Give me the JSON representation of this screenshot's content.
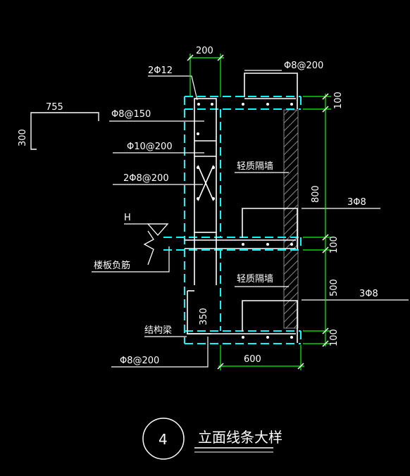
{
  "colors": {
    "background": "#000000",
    "lines": "#ffffff",
    "dimensions": "#00ff00",
    "concrete": "#00ffff",
    "hatch": "#8a8a8a"
  },
  "labels": {
    "dim_top_width": "200",
    "rebar_2phi12": "2Φ12",
    "rebar_phi8_200_top": "Φ8@200",
    "dim_755": "755",
    "dim_300": "300",
    "rebar_phi8_150": "Φ8@150",
    "rebar_phi10_200": "Φ10@200",
    "rebar_2phi8_200": "2Φ8@200",
    "wall_upper": "轻质隔墙",
    "wall_lower": "轻质隔墙",
    "rebar_3phi8_upper": "3Φ8",
    "rebar_3phi8_lower": "3Φ8",
    "level_h": "H",
    "slab_negative_rebar": "楼板负筋",
    "dim_350": "350",
    "structural_beam": "结构梁",
    "rebar_phi8_200_bottom": "Φ8@200",
    "dim_600": "600",
    "dim_100_a": "100",
    "dim_800": "800",
    "dim_100_b": "100",
    "dim_500": "500",
    "dim_100_c": "100",
    "detail_number": "4",
    "detail_title": "立面线条大样"
  }
}
